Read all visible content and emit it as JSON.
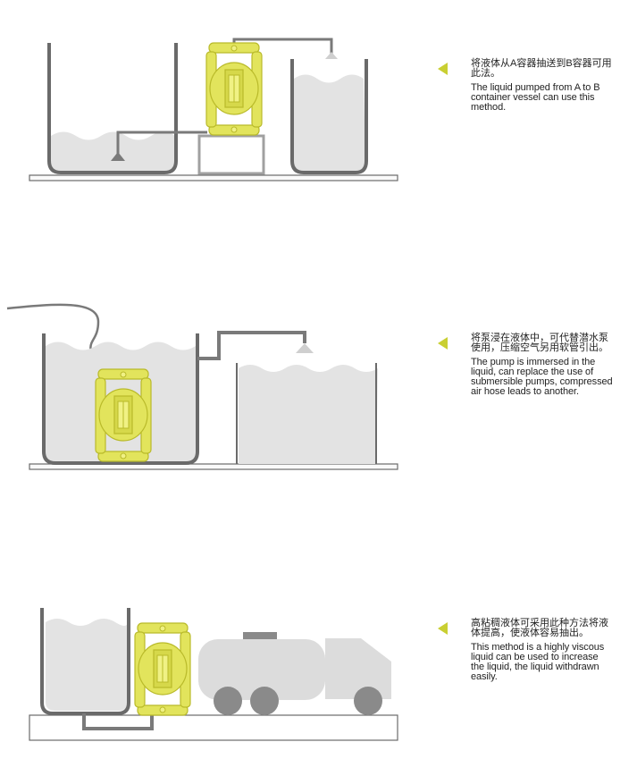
{
  "scenes": [
    {
      "zh": "将液体从A容器抽送到B容器可用此法。",
      "en": "The liquid pumped from A to B container vessel can use this method."
    },
    {
      "zh": "将泵浸在液体中，可代替潜水泵使用，压缩空气另用软管引出。",
      "en": "The pump is immersed in the liquid, can replace the use of submersible pumps, compressed air hose leads to another."
    },
    {
      "zh": "高粘稠液体可采用此种方法将液体提高，使液体容易抽出。",
      "en": "This method is a highly viscous liquid can be used to increase the liquid, the liquid withdrawn easily."
    }
  ],
  "colors": {
    "pump": "#e2e45c",
    "pump_dark": "#b9ba2a",
    "arrow": "#c9cf32",
    "vessel": "#6a6a6a",
    "liquid": "#e3e3e3",
    "pipe": "#7a7a7a",
    "truck": "#dcdcdc",
    "wheel": "#8a8a8a"
  }
}
